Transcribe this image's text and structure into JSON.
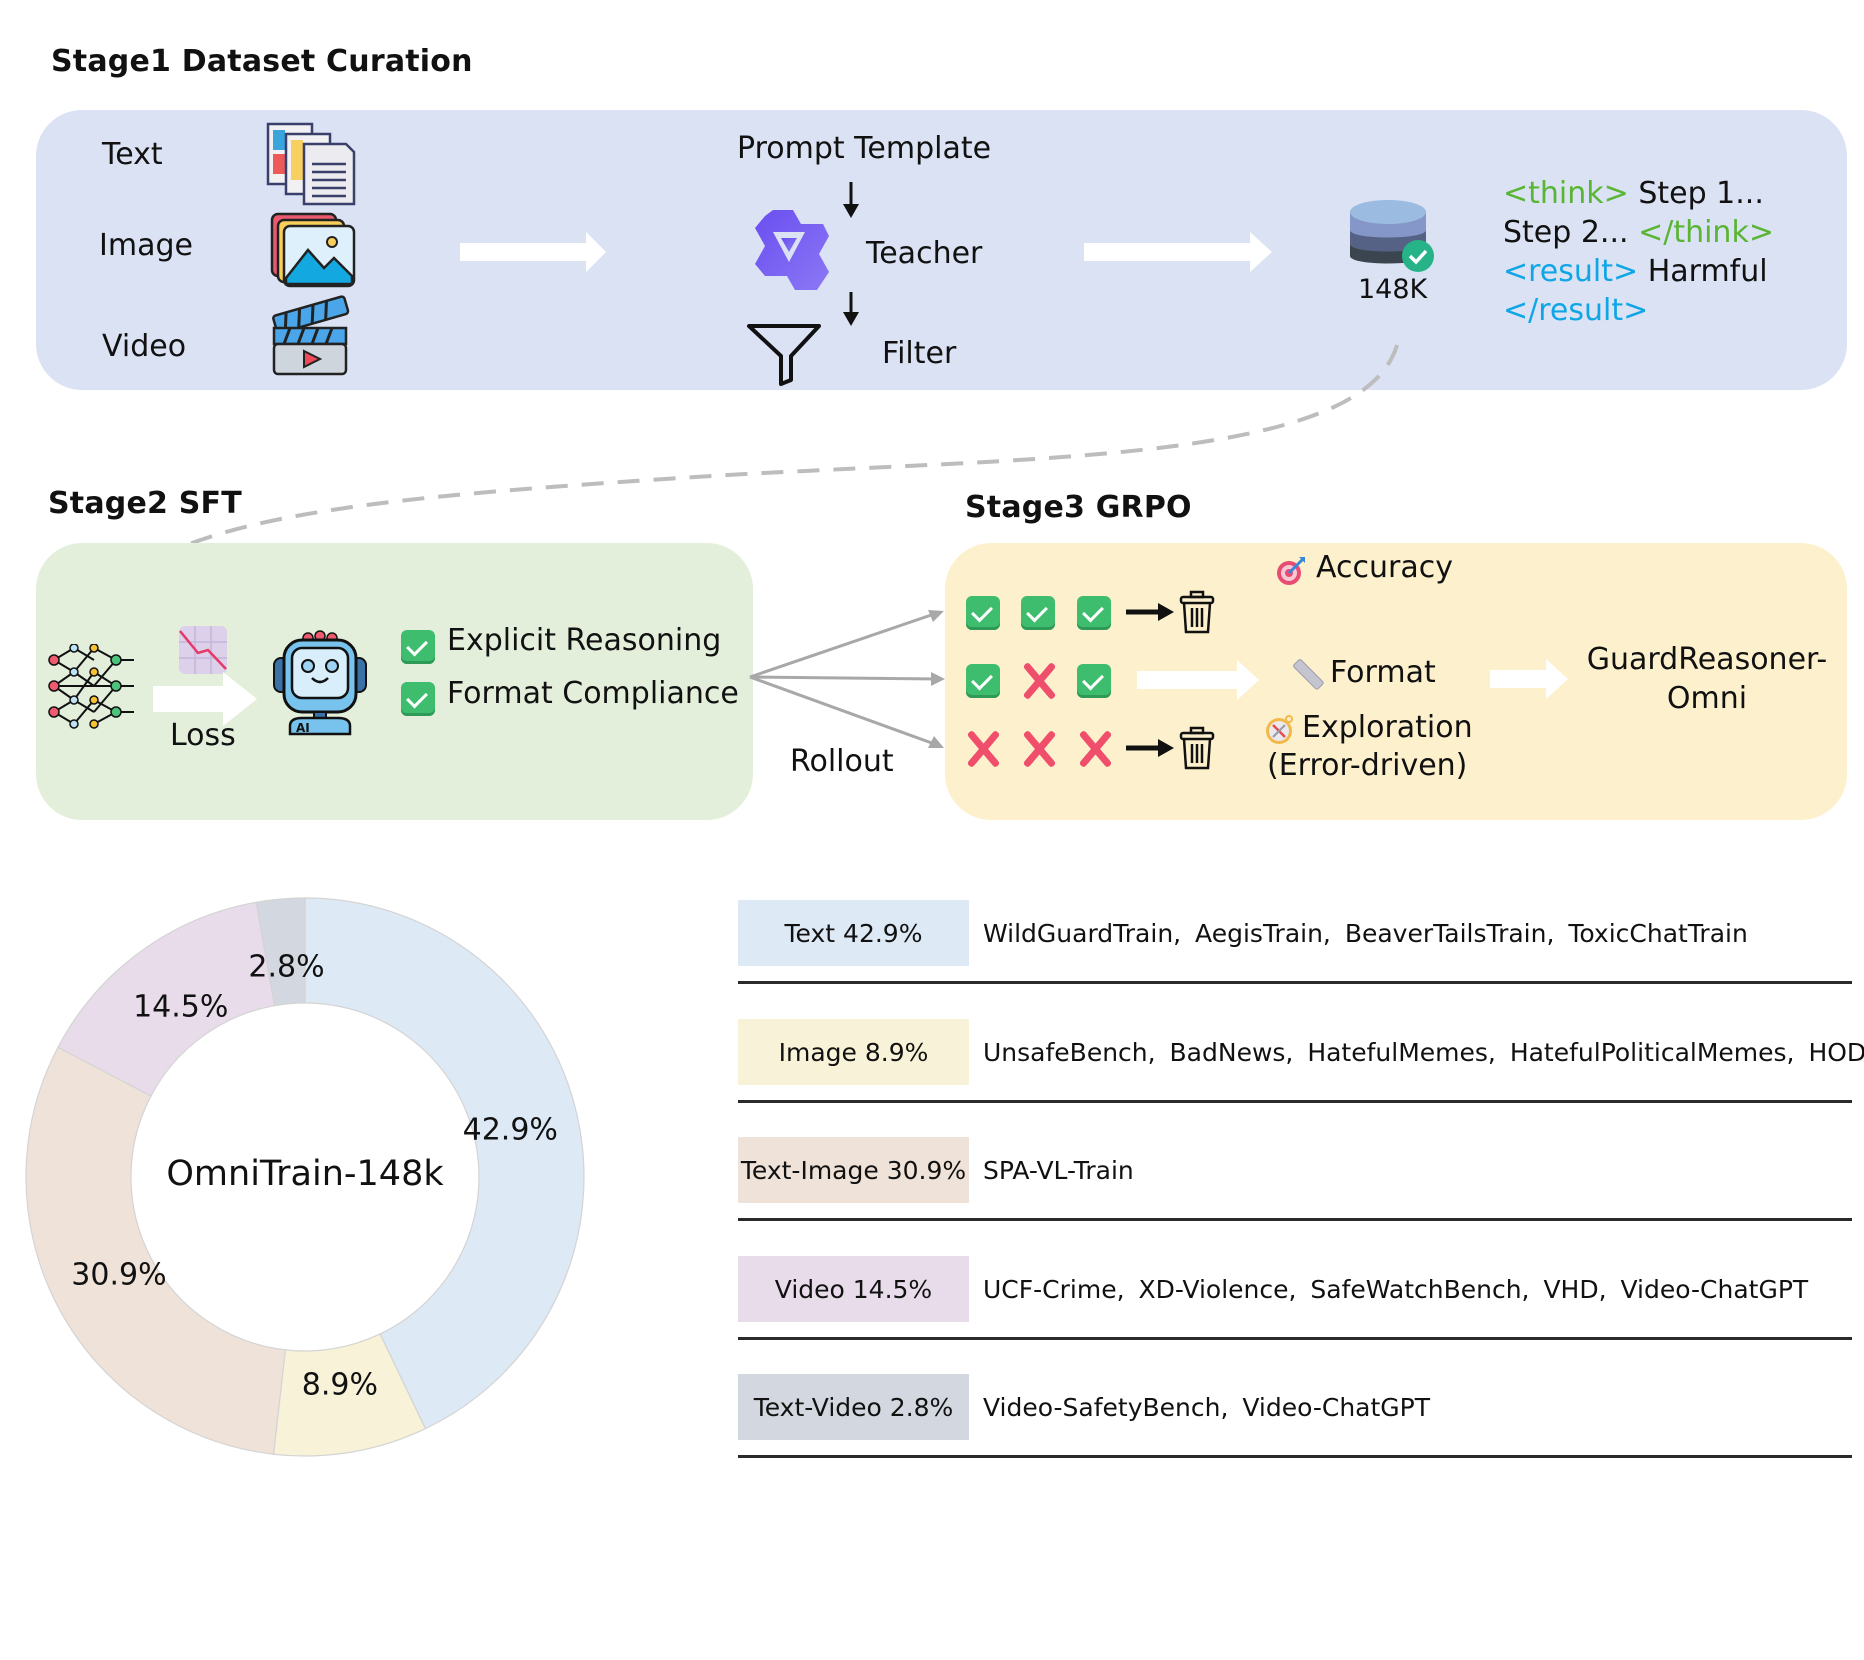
{
  "stage1": {
    "title": "Stage1 Dataset Curation",
    "modalities": [
      {
        "label": "Text",
        "icon": "documents-icon"
      },
      {
        "label": "Image",
        "icon": "image-stack-icon"
      },
      {
        "label": "Video",
        "icon": "clapperboard-icon"
      }
    ],
    "prompt_template": "Prompt Template",
    "teacher": "Teacher",
    "filter": "Filter",
    "dataset_size": "148K",
    "output_format": {
      "think_open": "<think>",
      "step1": " Step 1...",
      "step2": "Step 2... ",
      "think_close": "</think>",
      "result_open": "<result>",
      "result_value": " Harmful",
      "result_close": "</result>"
    }
  },
  "stage2": {
    "title": "Stage2 SFT",
    "loss_label": "Loss",
    "checks": [
      "Explicit Reasoning",
      "Format Compliance"
    ]
  },
  "stage3": {
    "title": "Stage3 GRPO",
    "rollout_label": "Rollout",
    "rollouts": [
      {
        "results": [
          "correct",
          "correct",
          "correct"
        ],
        "discarded": true
      },
      {
        "results": [
          "correct",
          "wrong",
          "correct"
        ],
        "discarded": false
      },
      {
        "results": [
          "wrong",
          "wrong",
          "wrong"
        ],
        "discarded": true
      }
    ],
    "rewards": {
      "accuracy": "Accuracy",
      "format": "Format",
      "exploration": "Exploration",
      "exploration_note": "(Error-driven)"
    },
    "output_model_line1": "GuardReasoner-",
    "output_model_line2": "Omni"
  },
  "chart_data": {
    "type": "pie",
    "variant": "donut",
    "title": "OmniTrain-148k",
    "categories": [
      "Text",
      "Image",
      "Text-Image",
      "Video",
      "Text-Video"
    ],
    "values": [
      42.9,
      8.9,
      30.9,
      14.5,
      2.8
    ],
    "labels": [
      "42.9%",
      "8.9%",
      "30.9%",
      "14.5%",
      "2.8%"
    ],
    "colors": [
      "#dde9f5",
      "#f8f2d8",
      "#efe2d8",
      "#e8dceb",
      "#d3d7df"
    ],
    "start": "top, clockwise"
  },
  "table": {
    "rows": [
      {
        "label": "Text 42.9%",
        "color": "#dde9f5",
        "sources": "WildGuardTrain, AegisTrain, BeaverTailsTrain, ToxicChatTrain"
      },
      {
        "label": "Image 8.9%",
        "color": "#f8f2d8",
        "sources": "UnsafeBench, BadNews, HatefulMemes, HatefulPoliticalMemes, HOD"
      },
      {
        "label": "Text-Image 30.9%",
        "color": "#efe2d8",
        "sources": "SPA-VL-Train"
      },
      {
        "label": "Video 14.5%",
        "color": "#e8dceb",
        "sources": "UCF-Crime, XD-Violence, SafeWatchBench, VHD, Video-ChatGPT"
      },
      {
        "label": "Text-Video 2.8%",
        "color": "#d3d7df",
        "sources": "Video-SafetyBench, Video-ChatGPT"
      }
    ]
  }
}
